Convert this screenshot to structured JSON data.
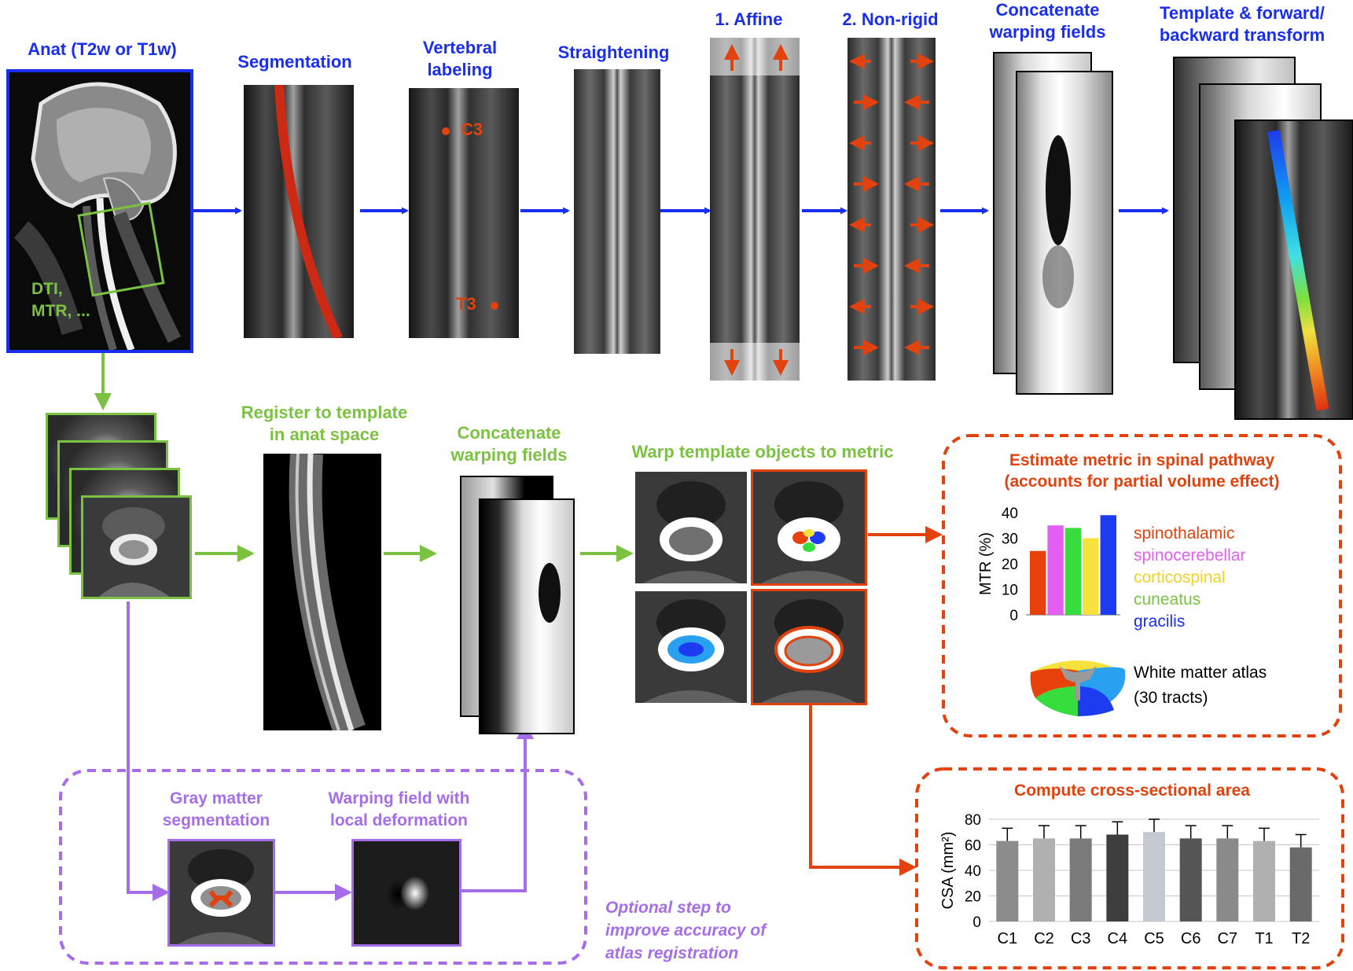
{
  "colors": {
    "pipeline_blue": "#1a2ef0",
    "metric_green": "#7cc242",
    "optional_purple": "#a56ee8",
    "output_orange": "#e2420d"
  },
  "pipeline": {
    "anat": "Anat (T2w or T1w)",
    "dti": "DTI,",
    "mtr": "MTR, ...",
    "segmentation": "Segmentation",
    "vertebral_1": "Vertebral",
    "vertebral_2": "labeling",
    "label_c3": "C3",
    "label_t3": "T3",
    "straightening": "Straightening",
    "affine": "1. Affine",
    "nonrigid": "2. Non-rigid",
    "concat_1": "Concatenate",
    "concat_2": "warping fields",
    "template_1": "Template & forward/",
    "template_2": "backward transform"
  },
  "metric": {
    "register_1": "Register to template",
    "register_2": "in anat space",
    "concat_1": "Concatenate",
    "concat_2": "warping fields",
    "warp_objects": "Warp template objects to metric"
  },
  "optional": {
    "gm_1": "Gray matter",
    "gm_2": "segmentation",
    "wf_1": "Warping field with",
    "wf_2": "local deformation",
    "note_1": "Optional step to",
    "note_2": "improve accuracy of",
    "note_3": "atlas registration"
  },
  "estimate": {
    "title_1": "Estimate metric in spinal pathway",
    "title_2": "(accounts for partial volume effect)",
    "atlas_1": "White matter atlas",
    "atlas_2": "(30 tracts)"
  },
  "csa": {
    "title": "Compute cross-sectional area"
  },
  "chart_data": [
    {
      "type": "bar",
      "ylabel": "MTR (%)",
      "xlabel": "",
      "ylim": [
        0,
        40
      ],
      "yticks": [
        0,
        10,
        20,
        30,
        40
      ],
      "categories": [
        "spinothalamic",
        "spinocerebellar",
        "corticospinal",
        "cuneatus",
        "gracilis"
      ],
      "values": [
        25,
        35,
        34,
        30,
        39
      ],
      "colors": [
        "#e8420c",
        "#e35ef2",
        "#36dd3c",
        "#f5e23c",
        "#1d3cf0"
      ],
      "legend_colors": [
        "#e2420d",
        "#e35ef2",
        "#f0d22a",
        "#7cc242",
        "#1a2ef0"
      ],
      "legend": "right",
      "grid": false
    },
    {
      "type": "bar",
      "ylabel": "CSA (mm²)",
      "xlabel": "",
      "ylim": [
        0,
        80
      ],
      "yticks": [
        0,
        20,
        40,
        60,
        80
      ],
      "categories": [
        "C1",
        "C2",
        "C3",
        "C4",
        "C5",
        "C6",
        "C7",
        "T1",
        "T2"
      ],
      "values": [
        63,
        65,
        65,
        68,
        70,
        65,
        65,
        63,
        58
      ],
      "errors": [
        10,
        10,
        10,
        10,
        10,
        10,
        10,
        10,
        10
      ],
      "colors": [
        "#8c8c8c",
        "#b0b0b0",
        "#7a7a7a",
        "#3e3e3e",
        "#c4c8d0",
        "#555555",
        "#8a8a8a",
        "#b0b0b0",
        "#6a6a6a"
      ],
      "grid": true
    }
  ]
}
